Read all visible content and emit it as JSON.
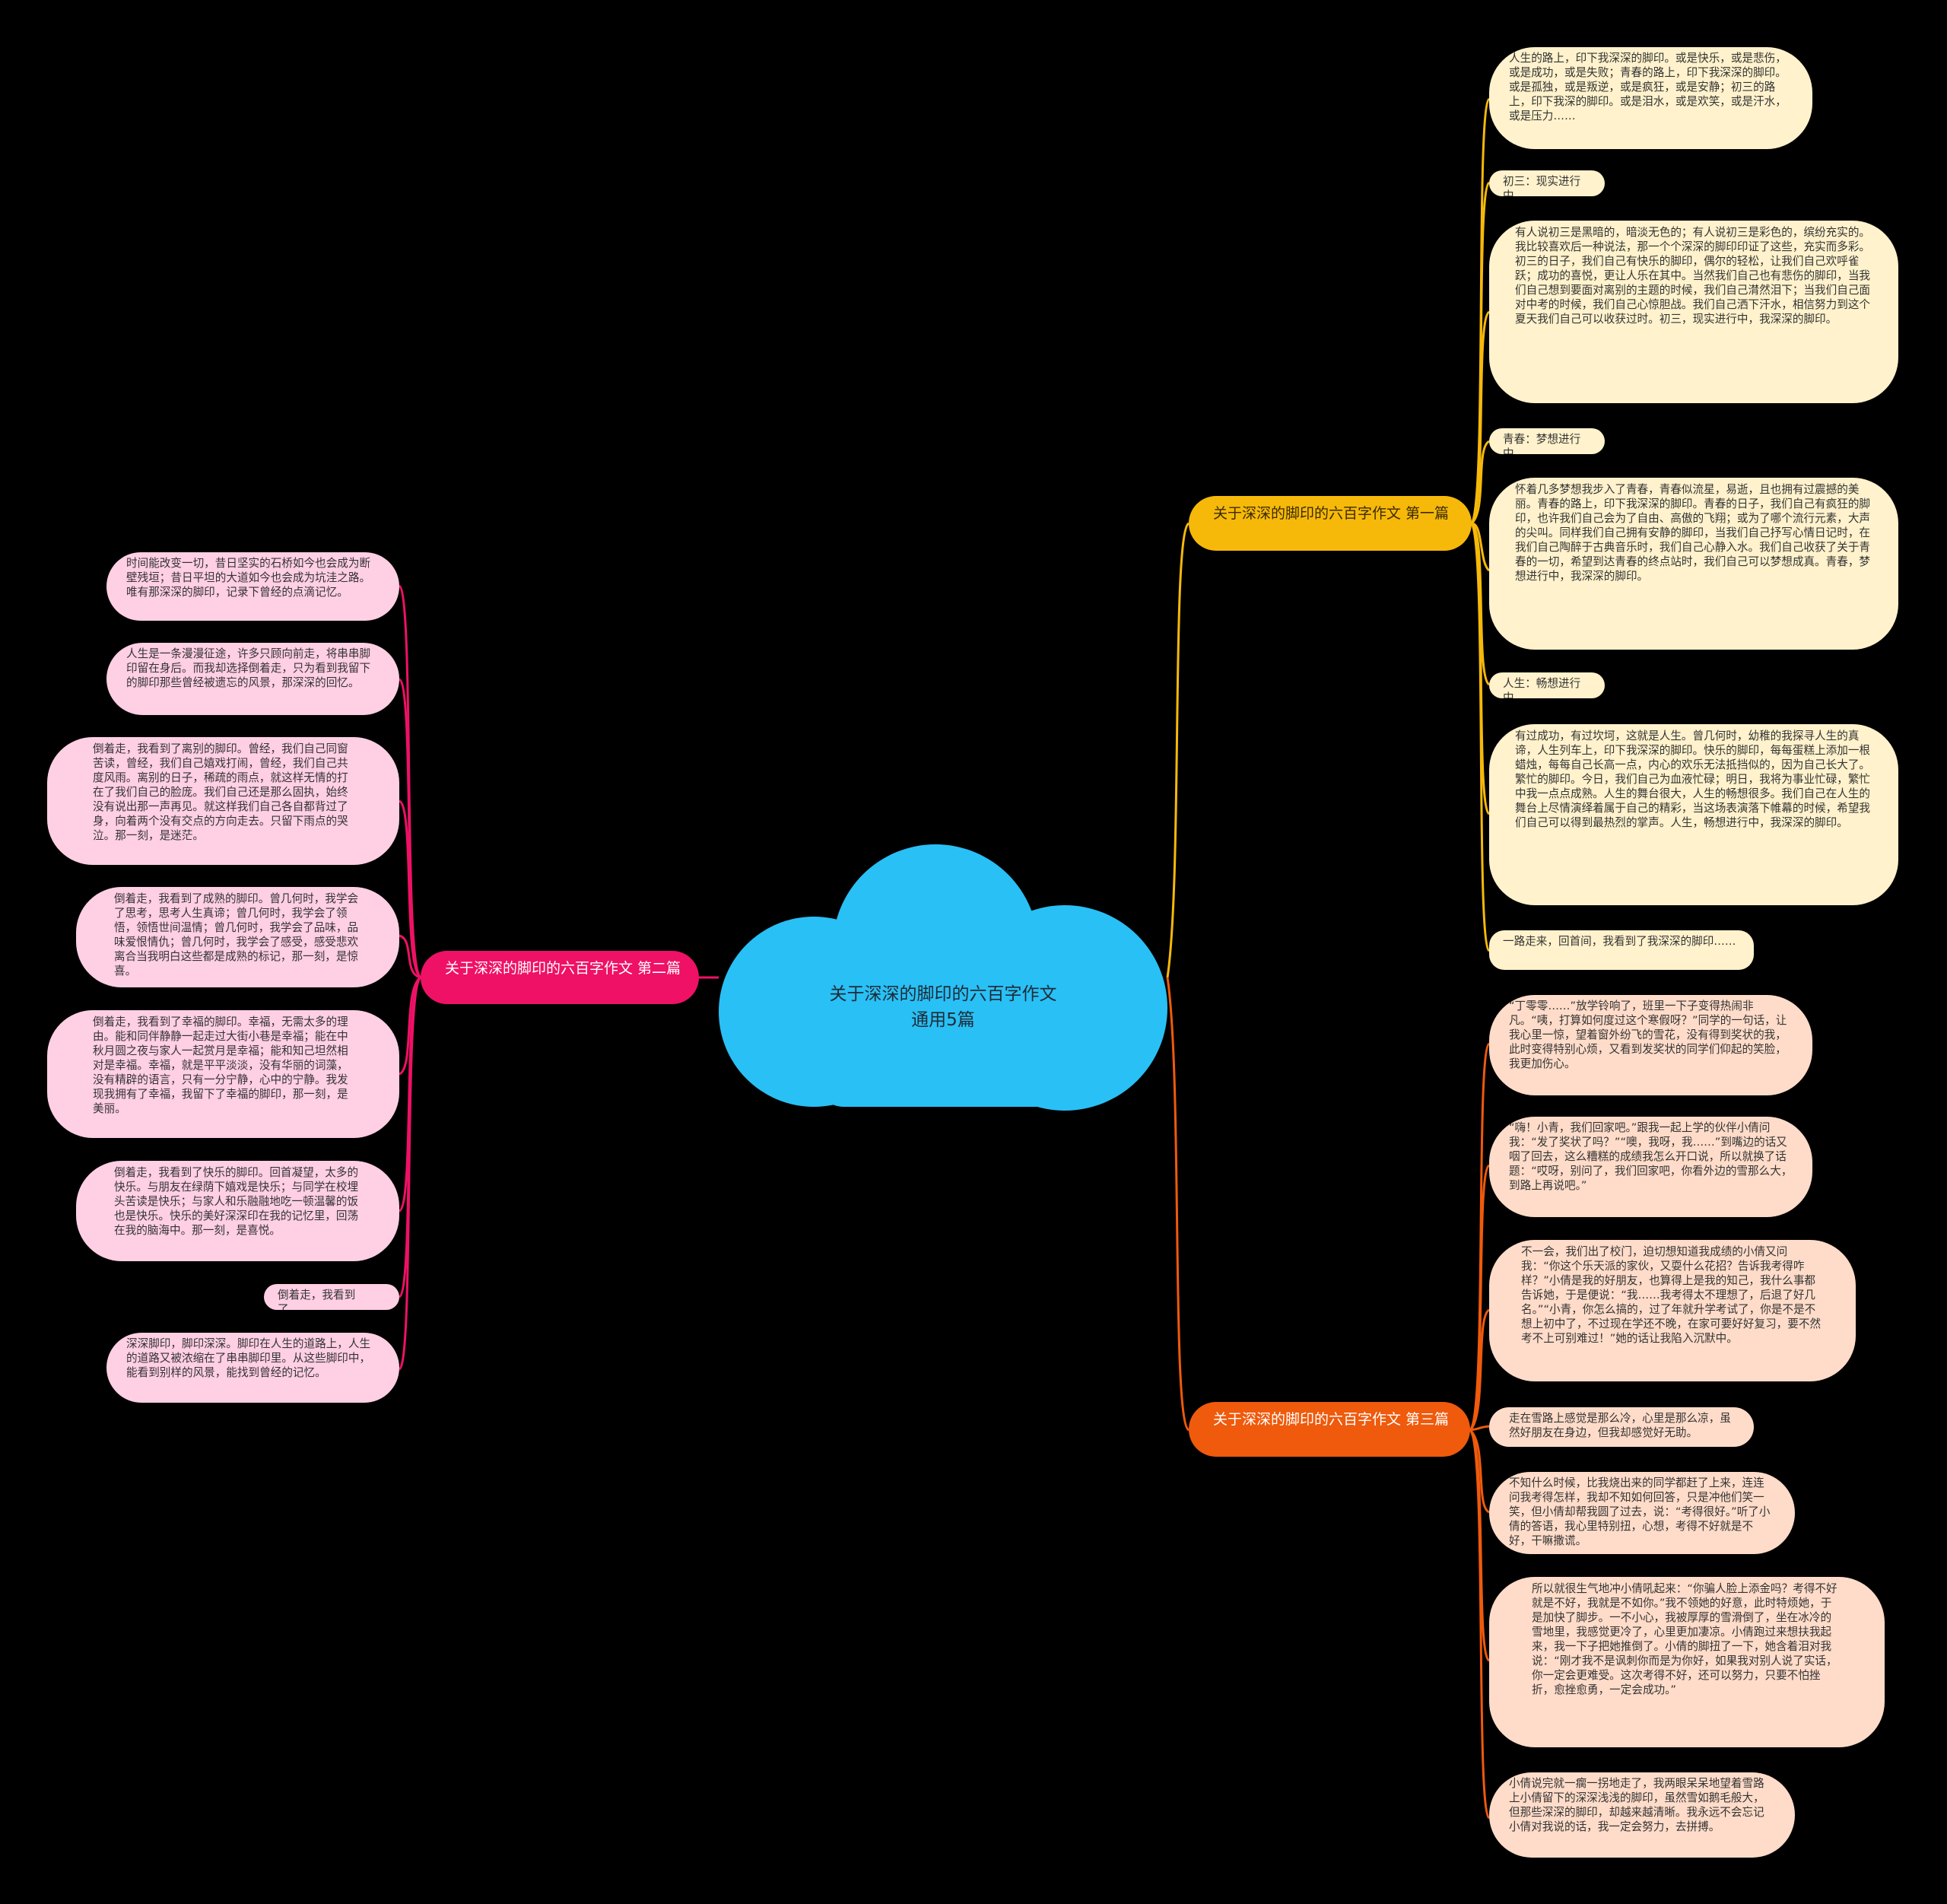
{
  "center": {
    "title": "关于深深的脚印的六百字作文通用5篇"
  },
  "colors": {
    "background": "#000000",
    "center": "#29c0f5",
    "branch1": "#f6b90a",
    "branch2": "#ef1166",
    "branch3": "#ef5a0c",
    "leaf1": "#fff2cc",
    "leaf2": "#ffcfe4",
    "leaf3": "#ffdcc9"
  },
  "branches": [
    {
      "label": "关于深深的脚印的六百字作文 第一篇",
      "leaves": [
        "人生的路上，印下我深深的脚印。或是快乐，或是悲伤，或是成功，或是失败；青春的路上，印下我深深的脚印。或是孤独，或是叛逆，或是疯狂，或是安静；初三的路上，印下我深的脚印。或是泪水，或是欢笑，或是汗水，或是压力……",
        "初三：现实进行中",
        "有人说初三是黑暗的，暗淡无色的；有人说初三是彩色的，缤纷充实的。我比较喜欢后一种说法，那一个个深深的脚印印证了这些，充实而多彩。初三的日子，我们自己有快乐的脚印，偶尔的轻松，让我们自己欢呼雀跃；成功的喜悦，更让人乐在其中。当然我们自己也有悲伤的脚印，当我们自己想到要面对离别的主题的时候，我们自己潸然泪下；当我们自己面对中考的时候，我们自己心惊胆战。我们自己洒下汗水，相信努力到这个夏天我们自己可以收获过时。初三，现实进行中，我深深的脚印。",
        "青春：梦想进行中",
        "怀着几多梦想我步入了青春，青春似流星，易逝，且也拥有过震撼的美丽。青春的路上，印下我深深的脚印。青春的日子，我们自己有疯狂的脚印，也许我们自己会为了自由、高傲的飞翔；或为了哪个流行元素，大声的尖叫。同样我们自己拥有安静的脚印，当我们自己抒写心情日记时，在我们自己陶醉于古典音乐时，我们自己心静入水。我们自己收获了关于青春的一切，希望到达青春的终点站时，我们自己可以梦想成真。青春，梦想进行中，我深深的脚印。",
        "人生：畅想进行中",
        "有过成功，有过坎坷，这就是人生。曾几何时，幼稚的我探寻人生的真谛，人生列车上，印下我深深的脚印。快乐的脚印，每每蛋糕上添加一根蜡烛，每每自己长高一点，内心的欢乐无法抵挡似的，因为自己长大了。繁忙的脚印。今日，我们自己为血液忙碌；明日，我将为事业忙碌，繁忙中我一点点成熟。人生的舞台很大，人生的畅想很多。我们自己在人生的舞台上尽情演绎着属于自己的精彩，当这场表演落下帷幕的时候，希望我们自己可以得到最热烈的掌声。人生，畅想进行中，我深深的脚印。",
        "一路走来，回首间，我看到了我深深的脚印……"
      ]
    },
    {
      "label": "关于深深的脚印的六百字作文 第二篇",
      "leaves": [
        "时间能改变一切，昔日坚实的石桥如今也会成为断壁残垣；昔日平坦的大道如今也会成为坑洼之路。唯有那深深的脚印，记录下曾经的点滴记忆。",
        "人生是一条漫漫征途，许多只顾向前走，将串串脚印留在身后。而我却选择倒着走，只为看到我留下的脚印那些曾经被遗忘的风景，那深深的回忆。",
        "倒着走，我看到了离别的脚印。曾经，我们自己同窗苦读，曾经，我们自己嬉戏打闹，曾经，我们自己共度风雨。离别的日子，稀疏的雨点，就这样无情的打在了我们自己的脸庞。我们自己还是那么固执，始终没有说出那一声再见。就这样我们自己各自都背过了身，向着两个没有交点的方向走去。只留下雨点的哭泣。那一刻，是迷茫。",
        "倒着走，我看到了成熟的脚印。曾几何时，我学会了思考，思考人生真谛；曾几何时，我学会了领悟，领悟世间温情；曾几何时，我学会了品味，品味爱恨情仇；曾几何时，我学会了感受，感受悲欢离合当我明白这些都是成熟的标记，那一刻，是惊喜。",
        "倒着走，我看到了幸福的脚印。幸福，无需太多的理由。能和同伴静静一起走过大街小巷是幸福；能在中秋月圆之夜与家人一起赏月是幸福；能和知己坦然相对是幸福。幸福，就是平平淡淡，没有华丽的词藻，没有精辟的语言，只有一分宁静，心中的宁静。我发现我拥有了幸福，我留下了幸福的脚印，那一刻，是美丽。",
        "倒着走，我看到了快乐的脚印。回首凝望，太多的快乐。与朋友在绿荫下嬉戏是快乐；与同学在校埋头苦读是快乐；与家人和乐融融地吃一顿温馨的饭也是快乐。快乐的美好深深印在我的记忆里，回荡在我的脑海中。那一刻，是喜悦。",
        "倒着走，我看到了……",
        "深深脚印，脚印深深。脚印在人生的道路上，人生的道路又被浓缩在了串串脚印里。从这些脚印中，能看到别样的风景，能找到曾经的记忆。"
      ]
    },
    {
      "label": "关于深深的脚印的六百字作文 第三篇",
      "leaves": [
        "“丁零零……”放学铃响了，班里一下子变得热闹非凡。“咦，打算如何度过这个寒假呀？”同学的一句话，让我心里一惊，望着窗外纷飞的雪花，没有得到奖状的我，此时变得特别心烦，又看到发奖状的同学们仰起的笑脸，我更加伤心。",
        "“嗨！小青，我们回家吧。”跟我一起上学的伙伴小倩问我：“发了奖状了吗？”“噢，我呀，我……”到嘴边的话又咽了回去，这么糟糕的成绩我怎么开口说，所以就换了话题：“哎呀，别问了，我们回家吧，你看外边的雪那么大，到路上再说吧。”",
        "不一会，我们出了校门，迫切想知道我成绩的小倩又问我：“你这个乐天派的家伙，又耍什么花招？告诉我考得咋样？”小倩是我的好朋友，也算得上是我的知己，我什么事都告诉她，于是便说：“我……我考得太不理想了，后退了好几名。”“小青，你怎么搞的，过了年就升学考试了，你是不是不想上初中了，不过现在学还不晚，在家可要好好复习，要不然考不上可别难过！”她的话让我陷入沉默中。",
        "走在雪路上感觉是那么冷，心里是那么凉，虽然好朋友在身边，但我却感觉好无助。",
        "不知什么时候，比我烧出来的同学都赶了上来，连连问我考得怎样，我却不知如何回答，只是冲他们笑一笑，但小倩却帮我圆了过去，说：“考得很好。”听了小倩的答语，我心里特别扭，心想，考得不好就是不好，干嘛撒谎。",
        "所以就很生气地冲小倩吼起来：“你骗人脸上添金吗？考得不好就是不好，我就是不如你。”我不领她的好意，此时特烦她，于是加快了脚步。一不小心，我被厚厚的雪滑倒了，坐在冰冷的雪地里，我感觉更冷了，心里更加凄凉。小倩跑过来想扶我起来，我一下子把她推倒了。小倩的脚扭了一下，她含着泪对我说：“刚才我不是讽刺你而是为你好，如果我对别人说了实话，你一定会更难受。这次考得不好，还可以努力，只要不怕挫折，愈挫愈勇，一定会成功。”",
        "小倩说完就一瘸一拐地走了，我两眼呆呆地望着雪路上小倩留下的深深浅浅的脚印，虽然雪如鹅毛般大，但那些深深的脚印，却越来越清晰。我永远不会忘记小倩对我说的话，我一定会努力，去拼搏。"
      ]
    }
  ]
}
